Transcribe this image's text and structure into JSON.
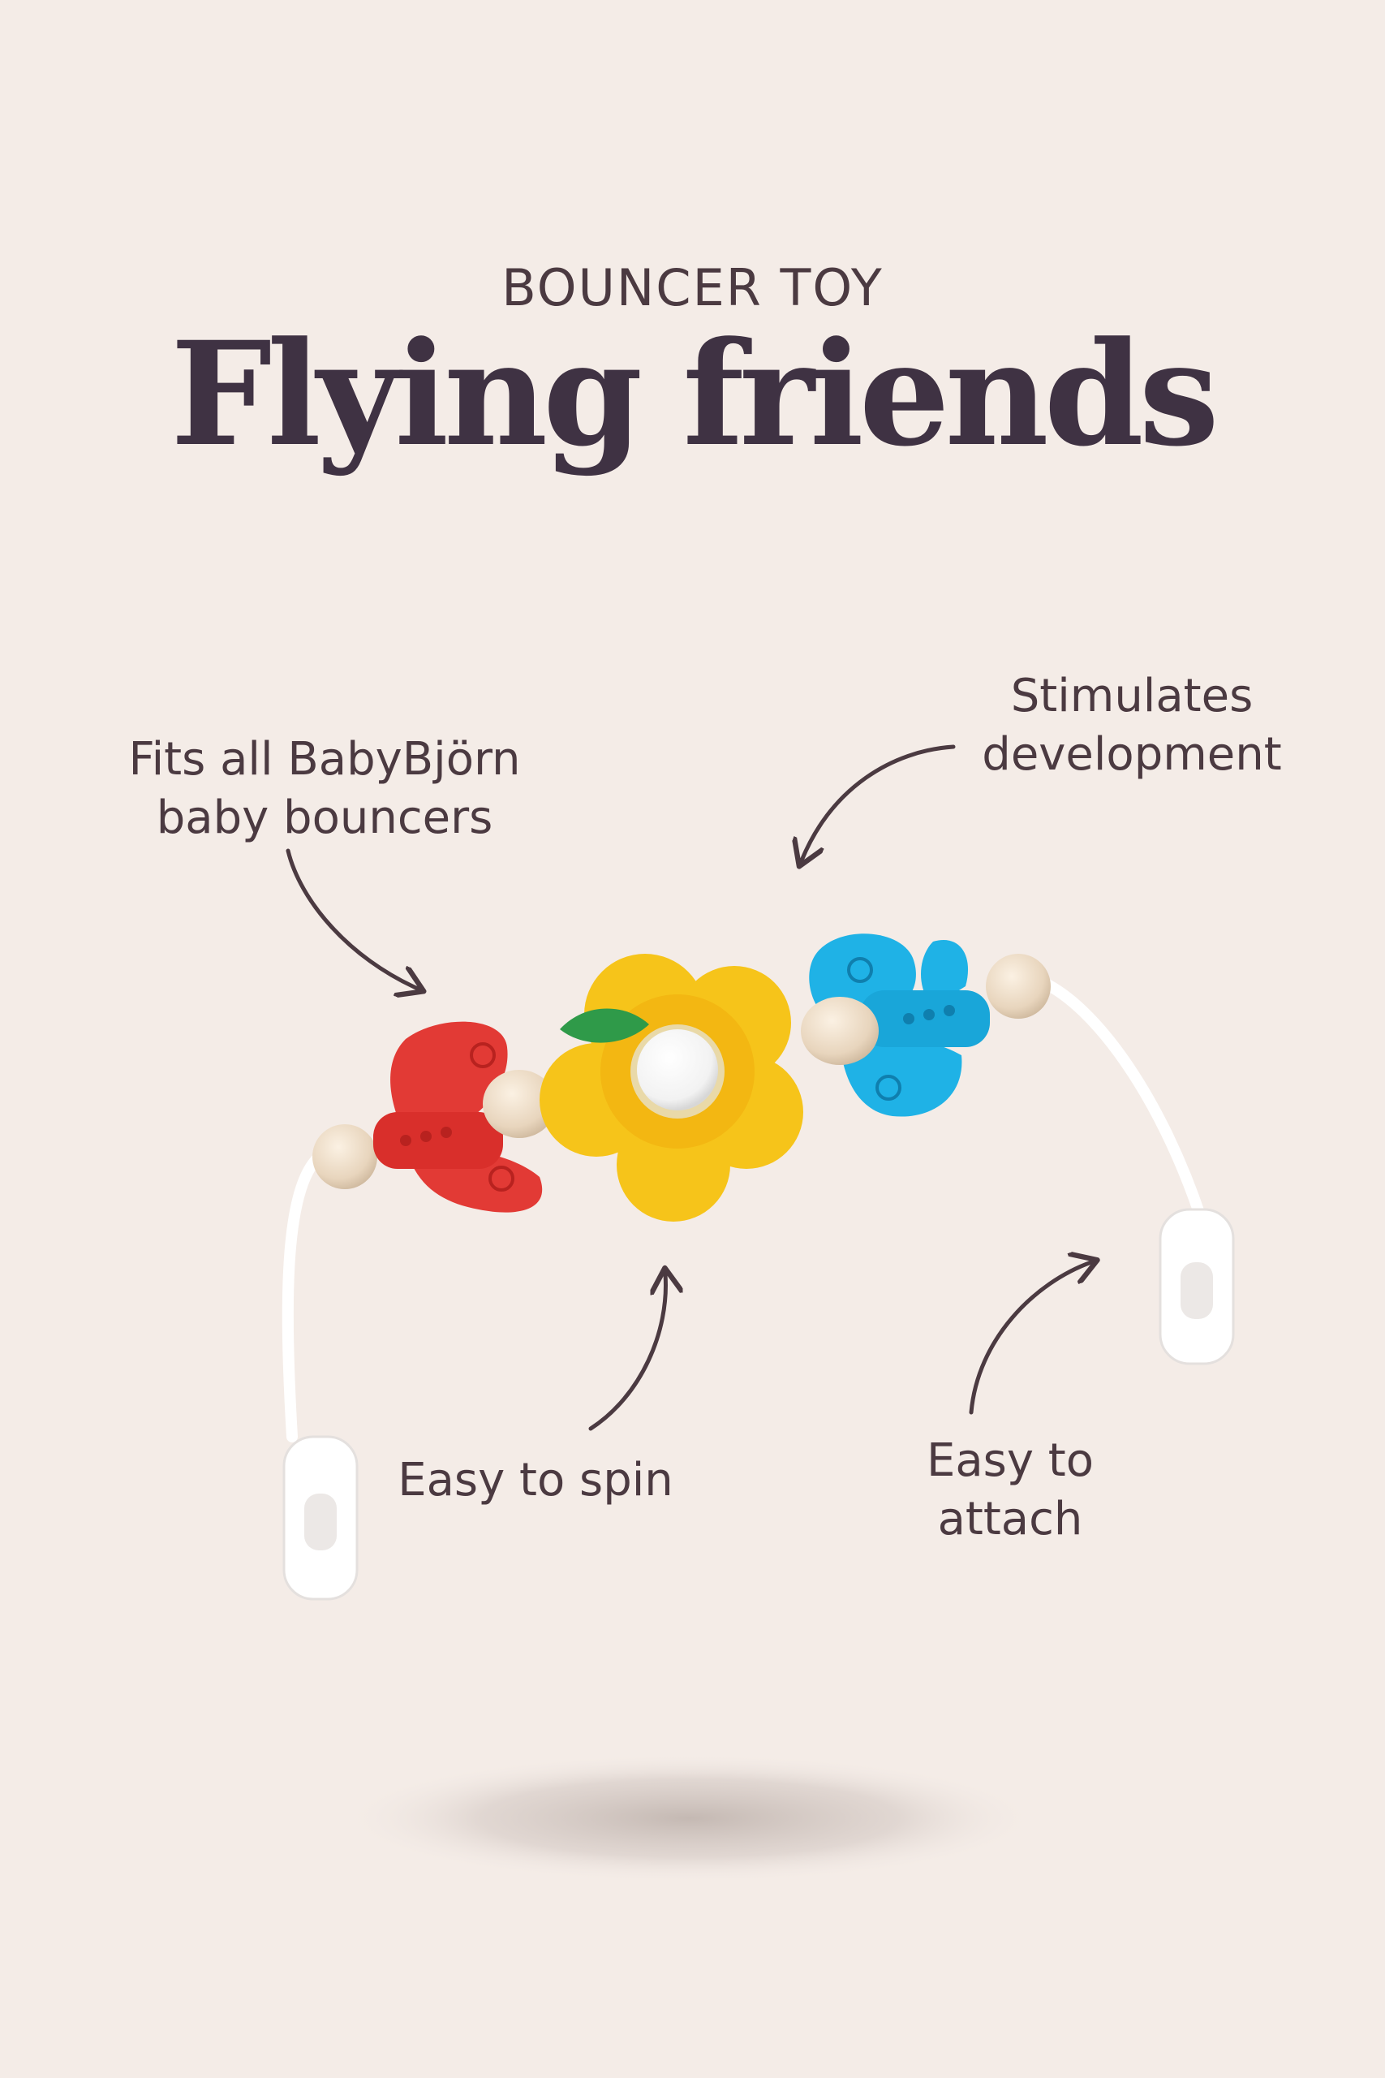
{
  "header": {
    "eyebrow": "BOUNCER TOY",
    "title": "Flying friends"
  },
  "callouts": {
    "fits": {
      "line1": "Fits all BabyBjörn",
      "line2": "baby bouncers"
    },
    "stimulates": {
      "line1": "Stimulates",
      "line2": "development"
    },
    "spin": {
      "line1": "Easy to spin"
    },
    "attach": {
      "line1": "Easy to",
      "line2": "attach"
    }
  },
  "colors": {
    "background": "#f4ece7",
    "text": "#4b3a41",
    "butterfly_red": "#e23a35",
    "flower_yellow": "#f6c41a",
    "butterfly_blue": "#1fb2e6",
    "leaf_green": "#2f9a49",
    "wood": "#ead7bf"
  },
  "icons": {
    "arrows": [
      "curved-arrow-icon"
    ]
  }
}
